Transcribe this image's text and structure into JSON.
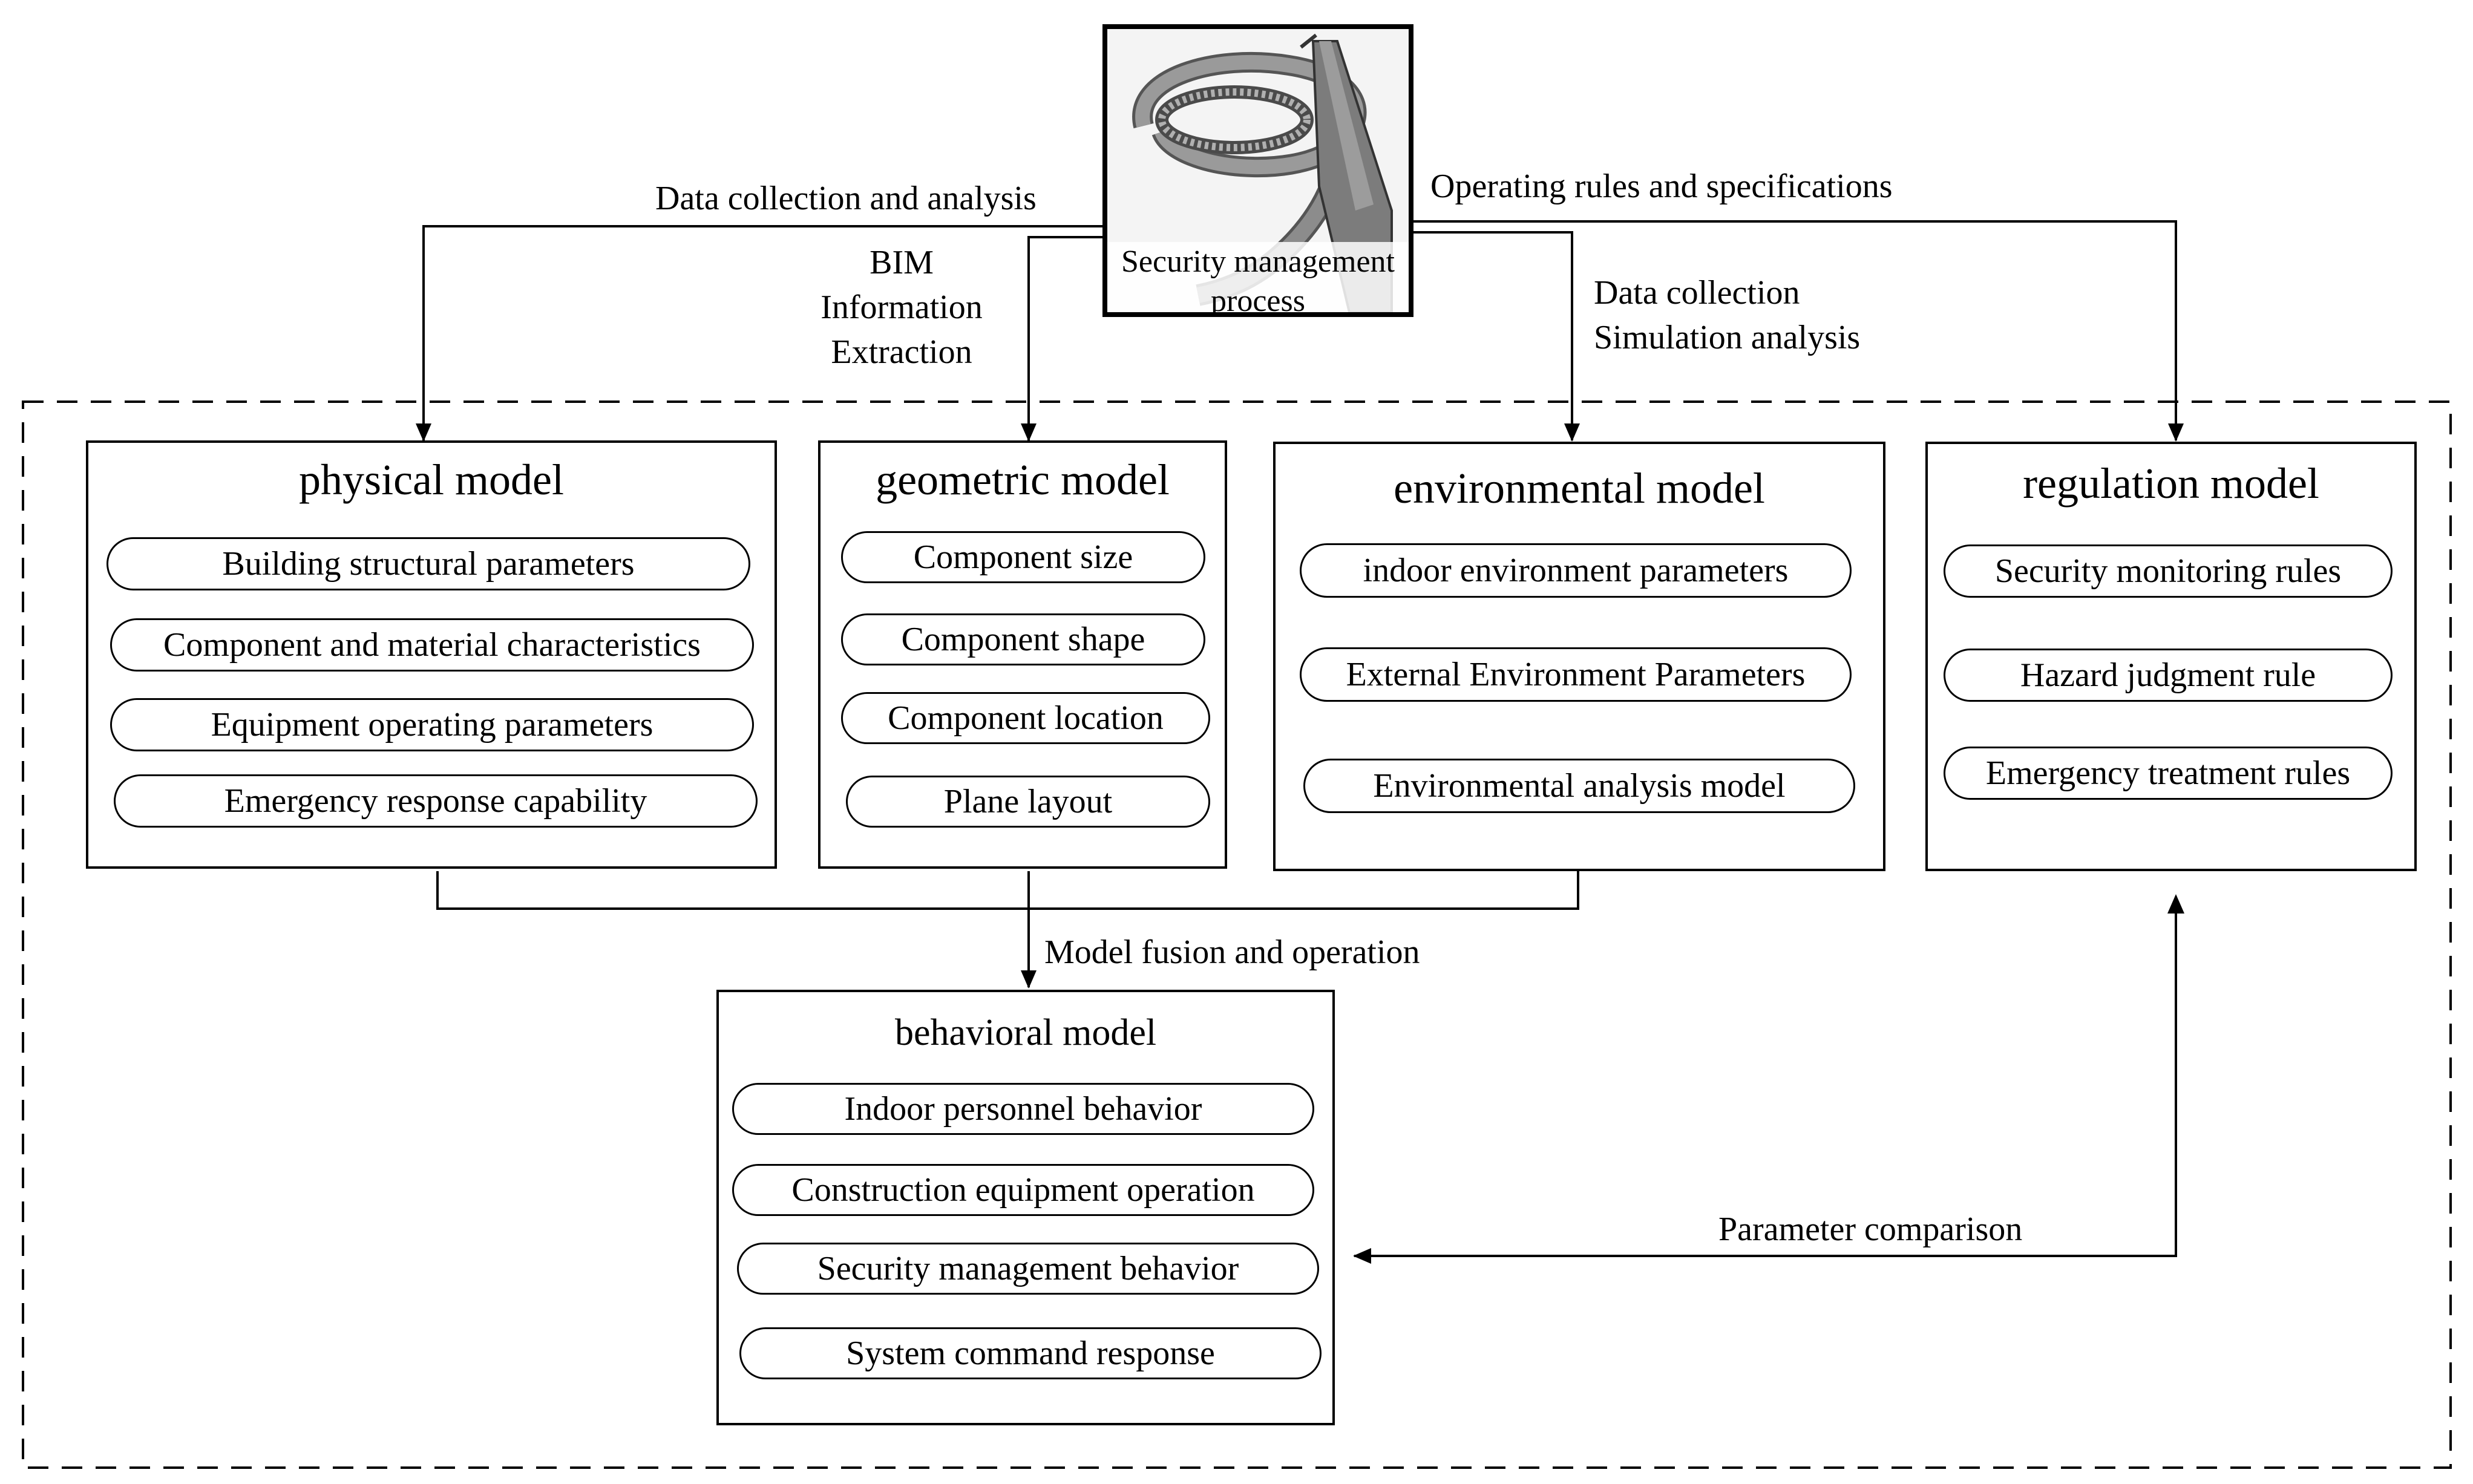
{
  "source": {
    "caption": "Security management process",
    "image_icon": "bim-spiral-structure-render"
  },
  "edges": {
    "data_collection_analysis": "Data collection and analysis",
    "bim_line1": "BIM",
    "bim_line2": "Information",
    "bim_line3": "Extraction",
    "operating_rules": "Operating rules and specifications",
    "data_collection": "Data collection",
    "simulation_analysis": "Simulation analysis",
    "model_fusion": "Model fusion and operation",
    "parameter_comparison": "Parameter comparison"
  },
  "models": {
    "physical": {
      "title": "physical model",
      "items": [
        "Building structural parameters",
        "Component and material characteristics",
        "Equipment operating parameters",
        "Emergency response capability"
      ]
    },
    "geometric": {
      "title": "geometric model",
      "items": [
        "Component size",
        "Component shape",
        "Component location",
        "Plane layout"
      ]
    },
    "environmental": {
      "title": "environmental model",
      "items": [
        "indoor environment parameters",
        "External Environment Parameters",
        "Environmental analysis model"
      ]
    },
    "regulation": {
      "title": "regulation model",
      "items": [
        "Security monitoring rules",
        "Hazard judgment rule",
        "Emergency treatment rules"
      ]
    },
    "behavioral": {
      "title": "behavioral model",
      "items": [
        "Indoor personnel behavior",
        "Construction equipment operation",
        "Security management behavior",
        "System command response"
      ]
    }
  },
  "colors": {
    "line": "#000000",
    "render_gray": "#8a8a8a"
  }
}
